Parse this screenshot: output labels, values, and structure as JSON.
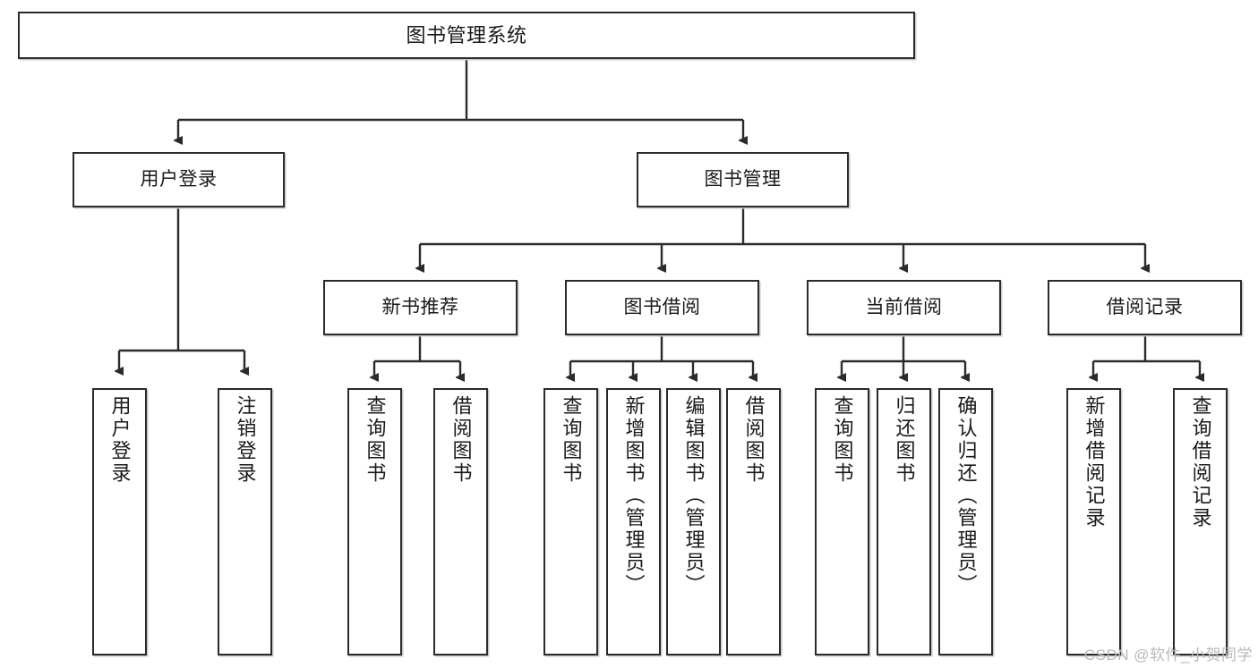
{
  "diagram": {
    "title": "图书管理系统",
    "type": "tree-hierarchy-chart",
    "colors": {
      "border": "#2b2b2b",
      "background": "#ffffff",
      "text": "#1a1a1a",
      "edge": "#2b2b2b",
      "watermark": "#b9b9b9"
    },
    "root": {
      "label": "图书管理系统"
    },
    "level2": [
      {
        "label": "用户登录"
      },
      {
        "label": "图书管理"
      }
    ],
    "level3": [
      {
        "label": "新书推荐"
      },
      {
        "label": "图书借阅"
      },
      {
        "label": "当前借阅"
      },
      {
        "label": "借阅记录"
      }
    ],
    "leaves": {
      "user_login": [
        {
          "label": "用户登录"
        },
        {
          "label": "注销登录"
        }
      ],
      "new_book_recommend": [
        {
          "label": "查询图书"
        },
        {
          "label": "借阅图书"
        }
      ],
      "book_borrow": [
        {
          "label": "查询图书"
        },
        {
          "label": "新增图书（管理员）"
        },
        {
          "label": "编辑图书（管理员）"
        },
        {
          "label": "借阅图书"
        }
      ],
      "current_borrow": [
        {
          "label": "查询图书"
        },
        {
          "label": "归还图书"
        },
        {
          "label": "确认归还（管理员）"
        }
      ],
      "borrow_record": [
        {
          "label": "新增借阅记录"
        },
        {
          "label": "查询借阅记录"
        }
      ]
    },
    "watermark": "CSDN @软件_小贺同学"
  }
}
